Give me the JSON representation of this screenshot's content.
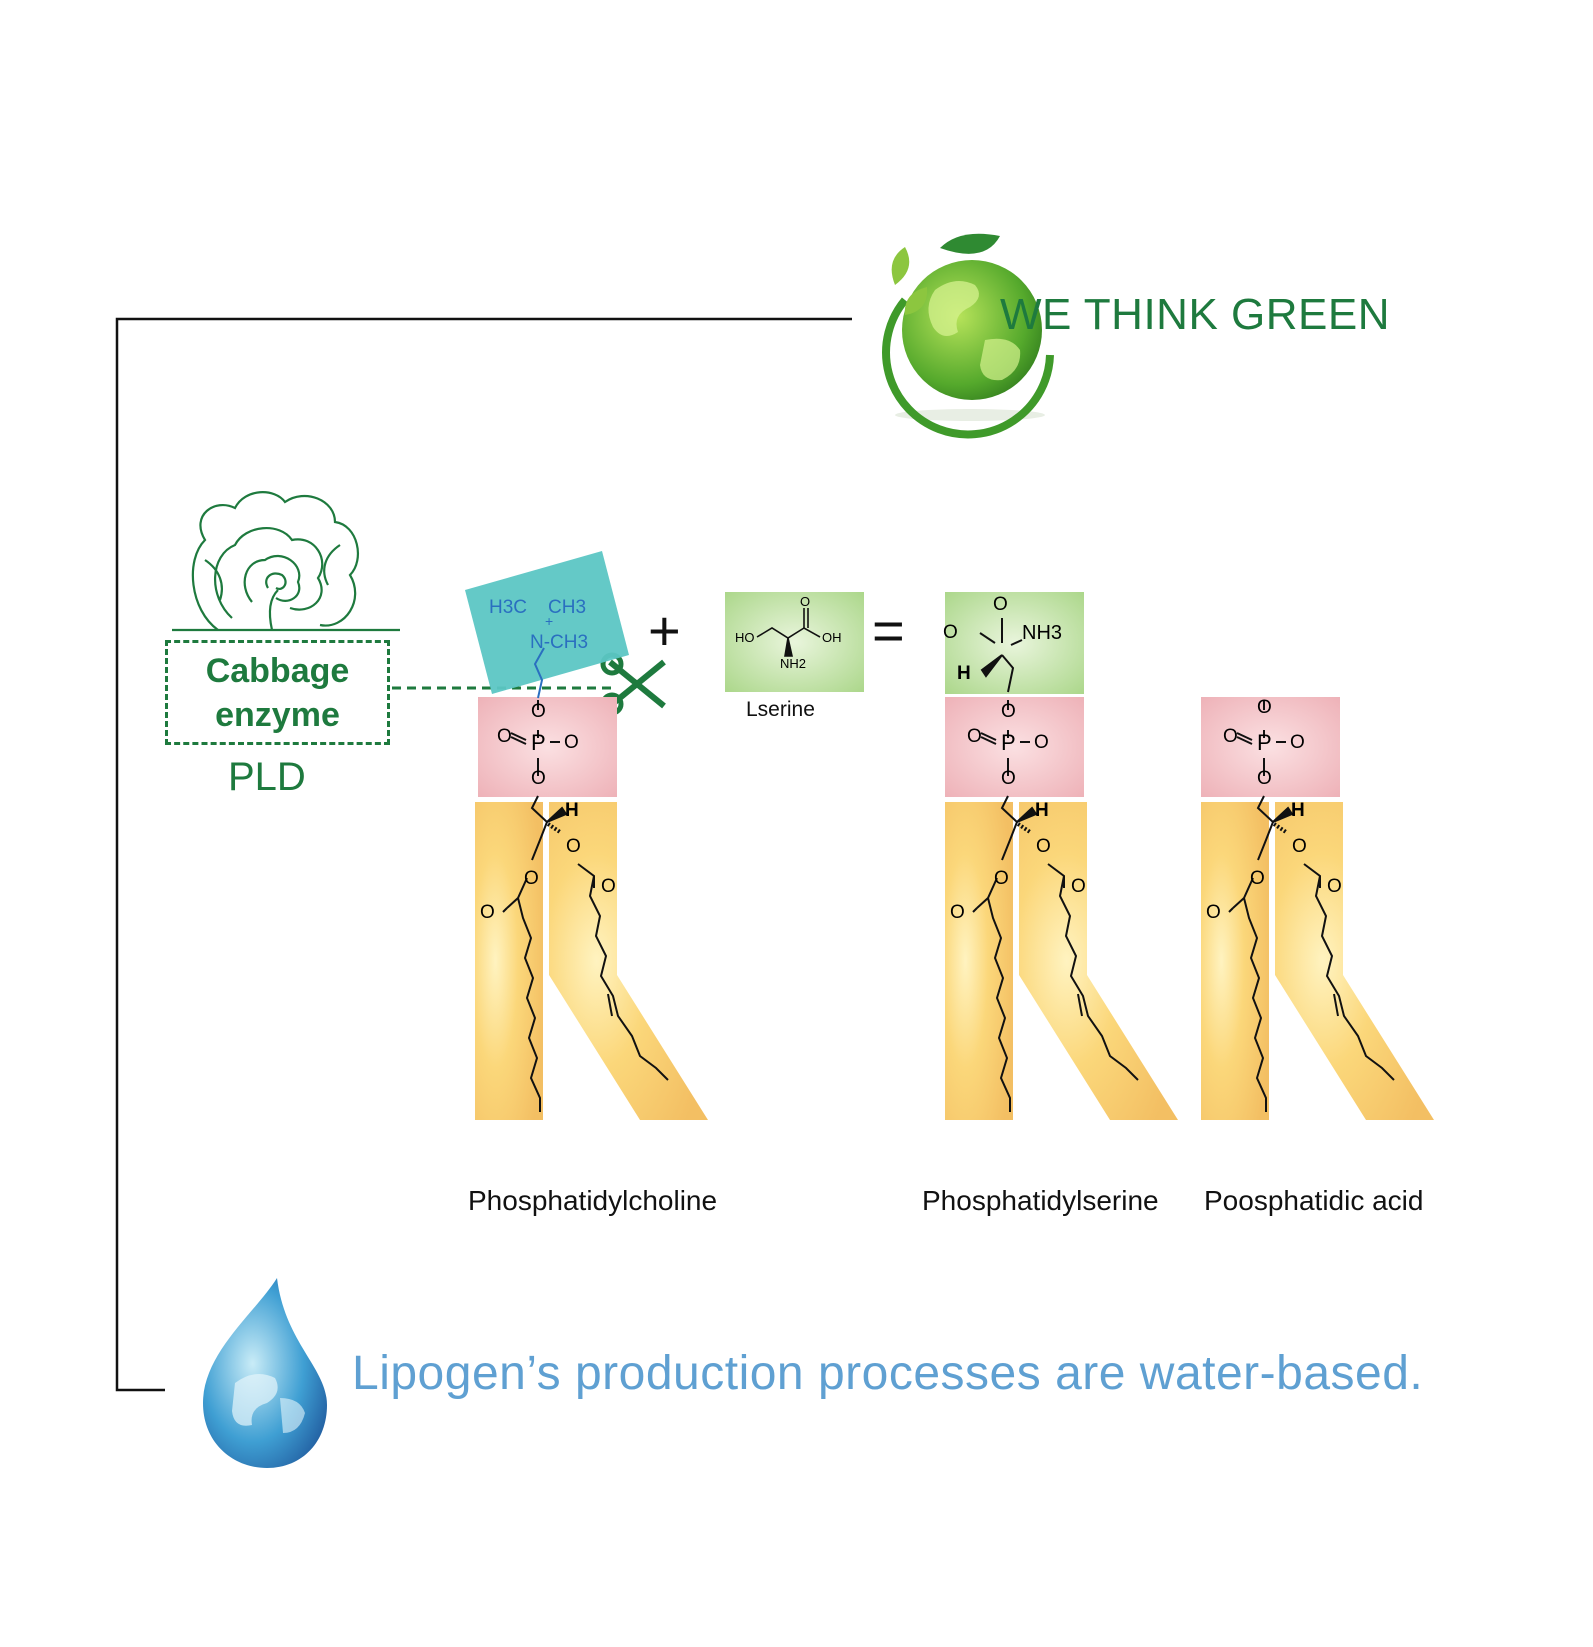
{
  "slogan": "WE THINK GREEN",
  "enzyme": {
    "line1": "Cabbage",
    "line2": "enzyme",
    "name": "PLD"
  },
  "reaction": {
    "plus": "+",
    "equals": "="
  },
  "labels": {
    "lserine": "Lserine",
    "pc": "Phosphatidylcholine",
    "ps": "Phosphatidylserine",
    "pa": "Poosphatidic acid"
  },
  "chem": {
    "h3c": "H3C",
    "ch3": "CH3",
    "plus": "+",
    "n_ch3": "N-CH3",
    "o": "O",
    "p": "P",
    "h": "H",
    "ho": "HO",
    "oh": "OH",
    "nh2": "NH2",
    "nh3": "NH3"
  },
  "water_text": "Lipogen’s production processes are water-based.",
  "colors": {
    "brand_green": "#1e7a3e",
    "water_blue": "#5fa0d2",
    "choline_teal": "#5cc6c4",
    "phosphate_pink": "#f0b8bd",
    "serine_green": "#b6dc96",
    "lipid_yellow": "#fbd77a"
  }
}
